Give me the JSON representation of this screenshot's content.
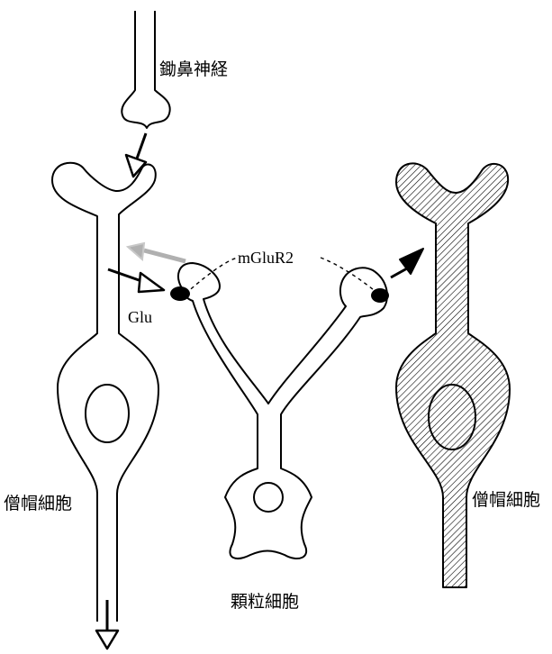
{
  "labels": {
    "olfactory_nerve": "鋤鼻神経",
    "mglur2": "mGluR2",
    "glu": "Glu",
    "mitral_cell_left": "僧帽細胞",
    "mitral_cell_right": "僧帽細胞",
    "granule_cell": "顆粒細胞"
  },
  "colors": {
    "stroke": "#000000",
    "hatch": "#000000",
    "blocked_arrow": "#b0b0b0"
  }
}
